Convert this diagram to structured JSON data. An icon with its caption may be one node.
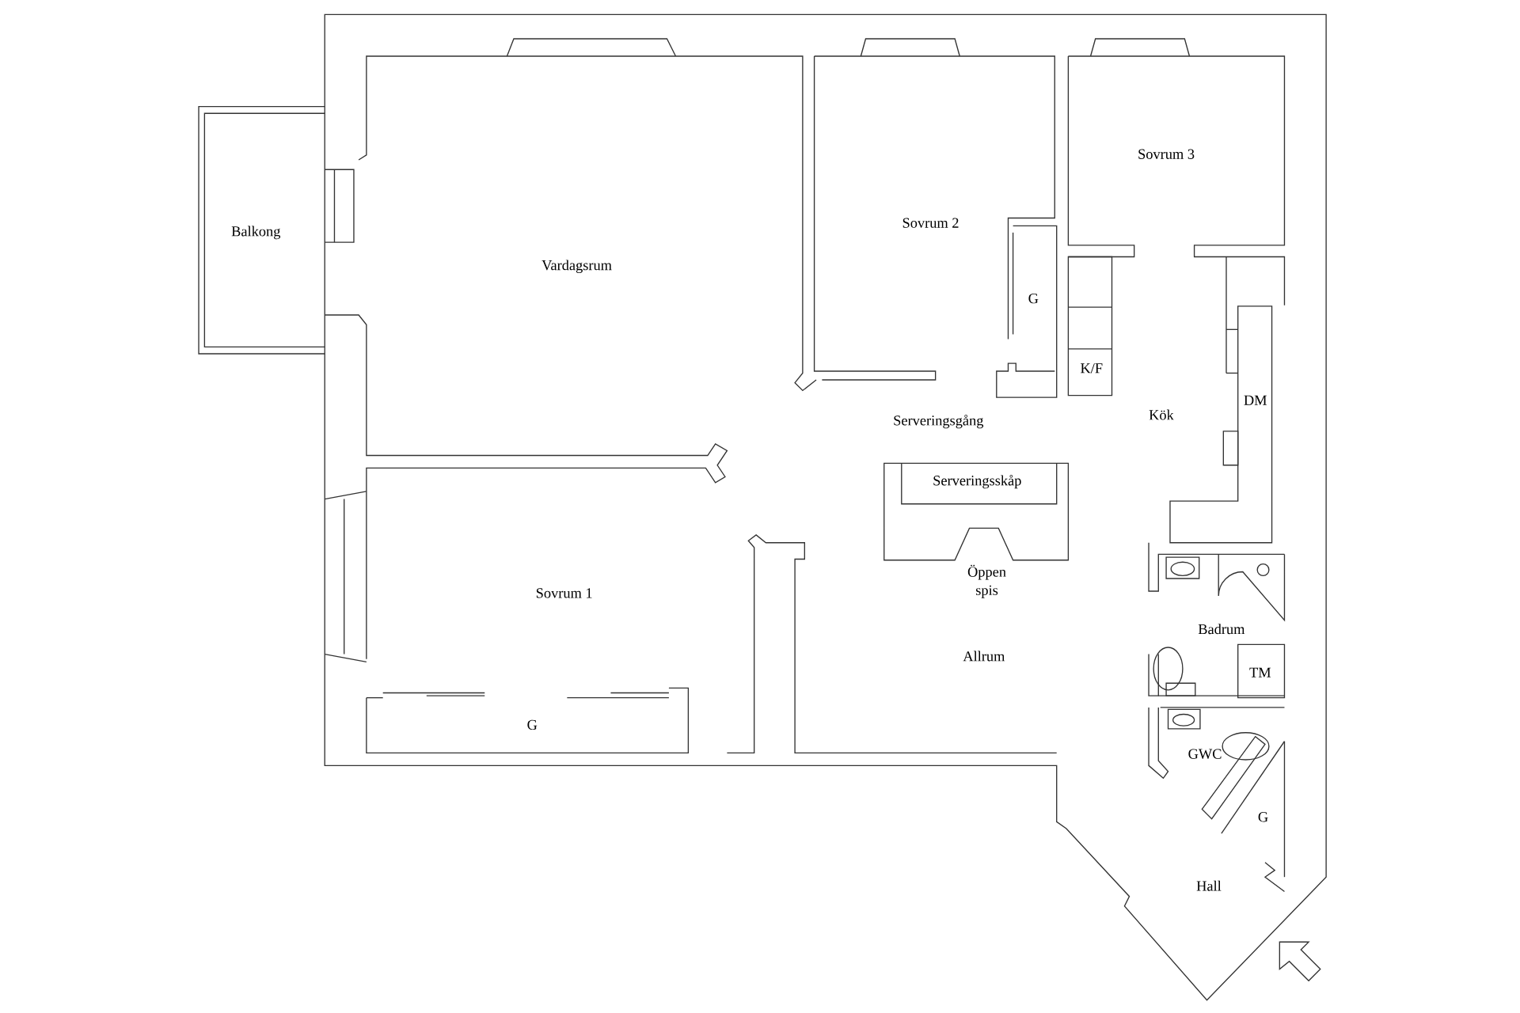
{
  "diagram": {
    "labels": [
      "Sovrum 3",
      "Sovrum 2",
      "Balkong",
      "Vardagsrum",
      "G",
      "K/F",
      "DM",
      "Kök",
      "Serveringsgång",
      "Serveringsskåp",
      "Öppen spis",
      "Sovrum 1",
      "Badrum",
      "Allrum",
      "TM",
      "G",
      "GWC",
      "G",
      "Hall"
    ]
  }
}
